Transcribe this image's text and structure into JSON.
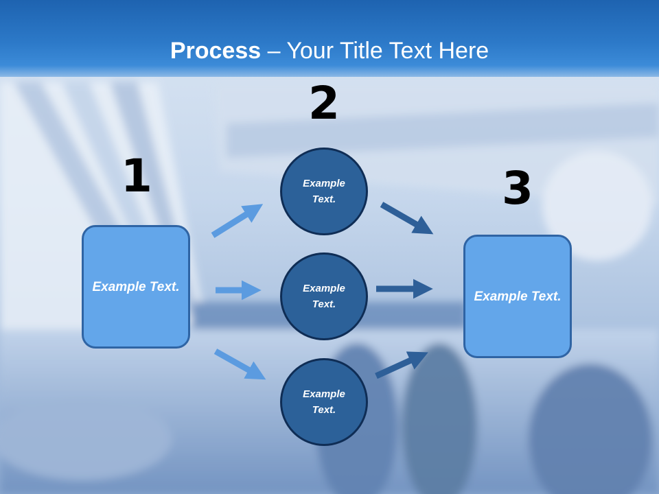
{
  "title": {
    "bold": "Process",
    "rest": " – Your Title Text Here"
  },
  "steps": [
    {
      "number": "1",
      "label": "Example Text."
    },
    {
      "number": "2",
      "labels": [
        "Example Text.",
        "Example Text.",
        "Example Text."
      ]
    },
    {
      "number": "3",
      "label": "Example Text."
    }
  ],
  "colors": {
    "header": "#2c79c8",
    "box_fill": "#63a6ea",
    "box_border": "#2f64a4",
    "circle_fill": "#2c6199",
    "arrow_light": "#5b9be0",
    "arrow_dark": "#2e5f98"
  }
}
